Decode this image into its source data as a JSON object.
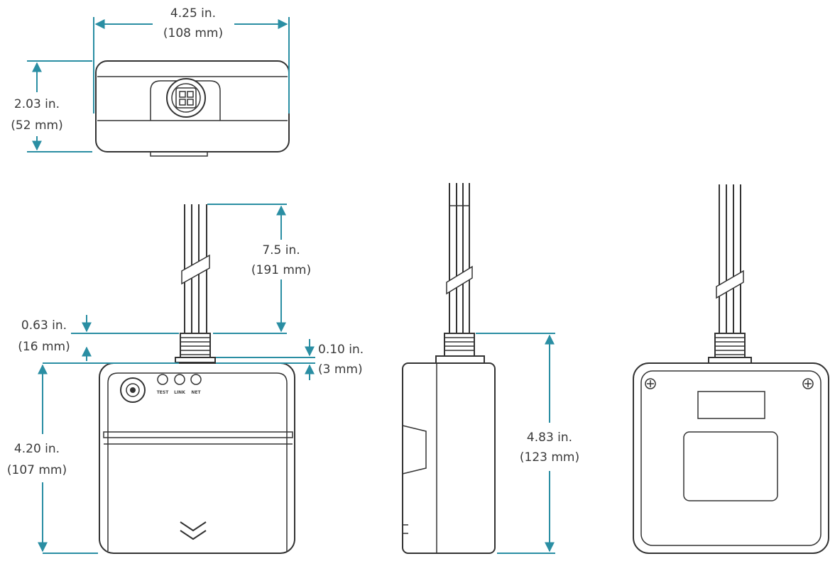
{
  "dimensions": {
    "width": {
      "in": "4.25 in.",
      "mm": "(108 mm)"
    },
    "depth": {
      "in": "2.03 in.",
      "mm": "(52 mm)"
    },
    "lead_length": {
      "in": "7.5 in.",
      "mm": "(191 mm)"
    },
    "nipple_length": {
      "in": "0.63 in.",
      "mm": "(16 mm)"
    },
    "nut_thickness": {
      "in": "0.10 in.",
      "mm": "(3 mm)"
    },
    "body_height": {
      "in": "4.20 in.",
      "mm": "(107 mm)"
    },
    "overall_height": {
      "in": "4.83 in.",
      "mm": "(123 mm)"
    }
  },
  "leds": [
    "TEST",
    "LINK",
    "NET"
  ],
  "colors": {
    "dimension": "#2a8ea3",
    "outline": "#333333"
  }
}
